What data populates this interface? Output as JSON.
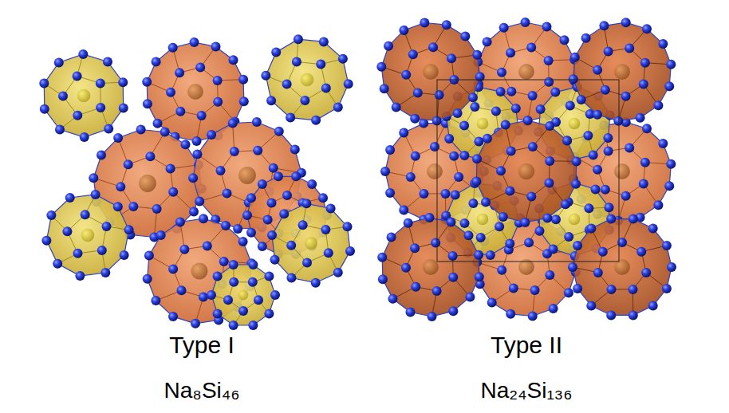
{
  "diagram": {
    "labels": [
      "Type I",
      "Na₈Si₄₆",
      "Type II",
      "Na₂₄Si₁₃₆"
    ]
  }
}
